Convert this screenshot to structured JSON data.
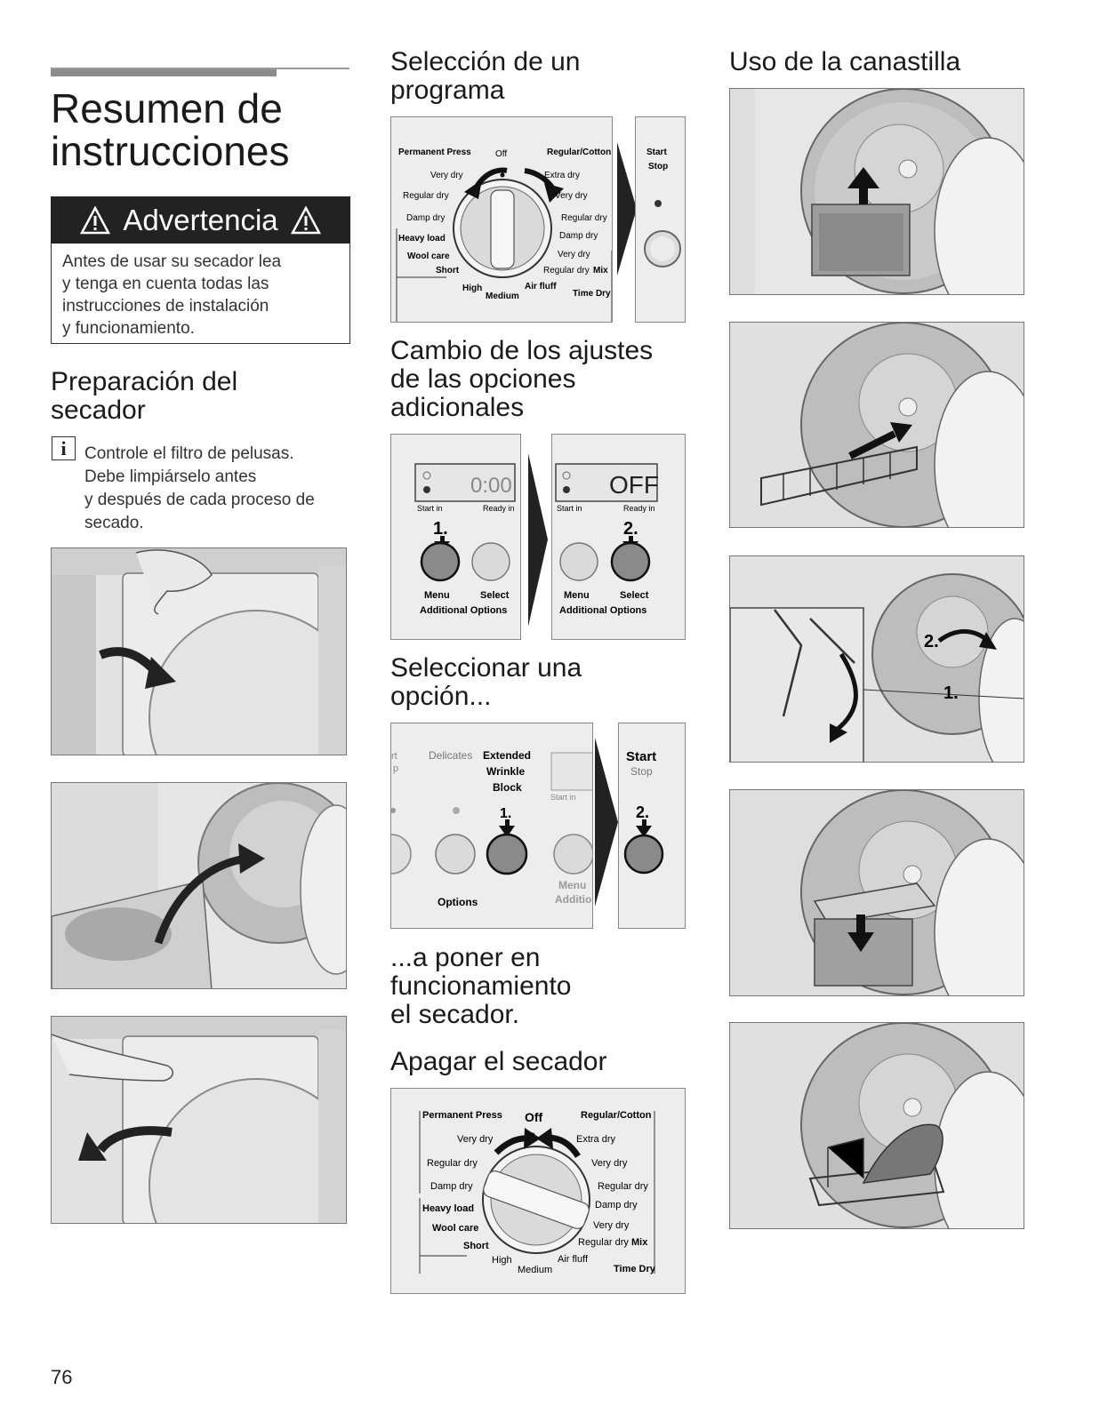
{
  "page": {
    "number": "76"
  },
  "title": {
    "line1": "Resumen de",
    "line2": "instrucciones"
  },
  "warning": {
    "heading": "Advertencia",
    "lines": [
      "Antes de usar su secador lea",
      "y tenga en cuenta todas las",
      "instrucciones de instalación",
      "y funcionamiento."
    ]
  },
  "preparation": {
    "heading": [
      "Preparación del",
      "secador"
    ],
    "info": [
      "Controle el filtro de pelusas.",
      "Debe limpiárselo antes",
      "y después de cada proceso de",
      "secado."
    ]
  },
  "program": {
    "heading": [
      "Selección de un",
      "programa"
    ]
  },
  "options_change": {
    "heading": [
      "Cambio de los ajustes",
      "de las opciones",
      "adicionales"
    ]
  },
  "option_select": {
    "heading": [
      "Seleccionar una",
      "opción..."
    ]
  },
  "start": {
    "heading": [
      "...a poner en",
      "funcionamiento",
      "el secador."
    ]
  },
  "off": {
    "heading": [
      "Apagar el secador"
    ]
  },
  "basket": {
    "heading": [
      "Uso de la canastilla"
    ]
  },
  "dial1": {
    "permanent_press": "Permanent Press",
    "off": "Off",
    "regular_cotton": "Regular/Cotton",
    "very_dry_l": "Very dry",
    "extra_dry": "Extra dry",
    "regular_dry_l": "Regular dry",
    "very_dry_r": "Very dry",
    "damp_dry_l": "Damp dry",
    "regular_dry_r": "Regular dry",
    "heavy_load": "Heavy load",
    "damp_dry_r": "Damp dry",
    "wool_care": "Wool care",
    "very_dry_r2": "Very dry",
    "short": "Short",
    "regular_dry_mix": "Regular dry",
    "mix": "Mix",
    "high": "High",
    "medium": "Medium",
    "air_fluff": "Air fluff",
    "time_dry": "Time Dry"
  },
  "start_panel": {
    "start": "Start",
    "stop": "Stop"
  },
  "display1": {
    "digits": "0:00",
    "start_in": "Start in",
    "ready_in": "Ready in",
    "step": "1.",
    "menu": "Menu",
    "select": "Select",
    "additional": "Additional Options"
  },
  "display2": {
    "digits": "OFF",
    "start_in": "Start in",
    "ready_in": "Ready in",
    "step": "2.",
    "menu": "Menu",
    "select": "Select",
    "additional": "Additional Options"
  },
  "options_panel": {
    "rt": "rt",
    "p": "p",
    "delicates": "Delicates",
    "extended": "Extended",
    "wrinkle": "Wrinkle",
    "block": "Block",
    "start_in": "Start in",
    "step1": "1.",
    "options": "Options",
    "menu": "Menu",
    "additio": "Additio"
  },
  "start_panel2": {
    "start": "Start",
    "stop": "Stop",
    "step2": "2."
  },
  "dial2": {
    "permanent_press": "Permanent Press",
    "off": "Off",
    "regular_cotton": "Regular/Cotton",
    "very_dry_l": "Very dry",
    "extra_dry": "Extra dry",
    "regular_dry_l": "Regular dry",
    "very_dry_r": "Very dry",
    "damp_dry_l": "Damp dry",
    "regular_dry_r": "Regular dry",
    "heavy_load": "Heavy load",
    "damp_dry_r": "Damp dry",
    "wool_care": "Wool care",
    "very_dry_r2": "Very dry",
    "short": "Short",
    "regular_dry_mix": "Regular dry",
    "mix": "Mix",
    "high": "High",
    "medium": "Medium",
    "air_fluff": "Air fluff",
    "time_dry": "Time Dry"
  },
  "basket_steps": {
    "step1": "1.",
    "step2": "2."
  },
  "colors": {
    "text": "#1a1a1a",
    "panel": "#ededed",
    "illustration": "#d9d9d9",
    "warning_bg": "#222222"
  }
}
